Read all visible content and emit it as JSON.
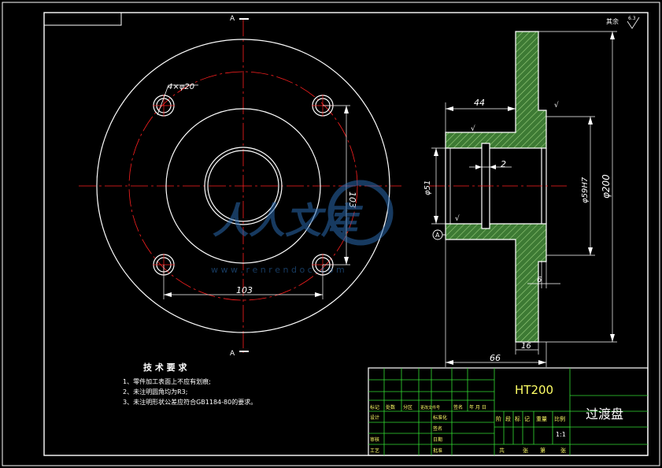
{
  "drawing": {
    "section_mark": "A",
    "roughness_label": "其余",
    "roughness_value": "6.3",
    "hole_note": "4×φ20",
    "dim_front_vertical": "103",
    "dim_front_horizontal": "103",
    "dim_hub_length": "44",
    "dim_groove": "2",
    "dim_inner_dia": "φ51",
    "dim_bore": "φ59H7",
    "dim_outer_dia": "φ200",
    "dim_flange_step": "6",
    "dim_flange_thick": "16",
    "dim_total_length": "66",
    "datum": "A",
    "roughness_small": "√"
  },
  "tech_requirements": {
    "title": "技 术 要 求",
    "items": [
      "1、零件加工表面上不应有划痕;",
      "2、未注明圆角均为R3;",
      "3、未注明形状公差应符合GB1184-80的要求。"
    ]
  },
  "title_block": {
    "material": "HT200",
    "part_name": "过渡盘",
    "rev_row": [
      "标记",
      "处数",
      "分区",
      "更改文件号",
      "签名",
      "年 月 日"
    ],
    "designer": "设计",
    "standardization": "标准化",
    "checker": "审核",
    "process": "工艺",
    "approve": "批准",
    "sign_left": "签名",
    "date": "日期",
    "stage_cols": [
      "阶",
      "段",
      "标",
      "记",
      "重量",
      "比例"
    ],
    "scale": "1:1",
    "sheet_row": [
      "共",
      "张",
      "第",
      "张"
    ]
  },
  "watermark": {
    "text": "人人文库",
    "url": "w w w . r e n r e n d o c . c o m"
  }
}
